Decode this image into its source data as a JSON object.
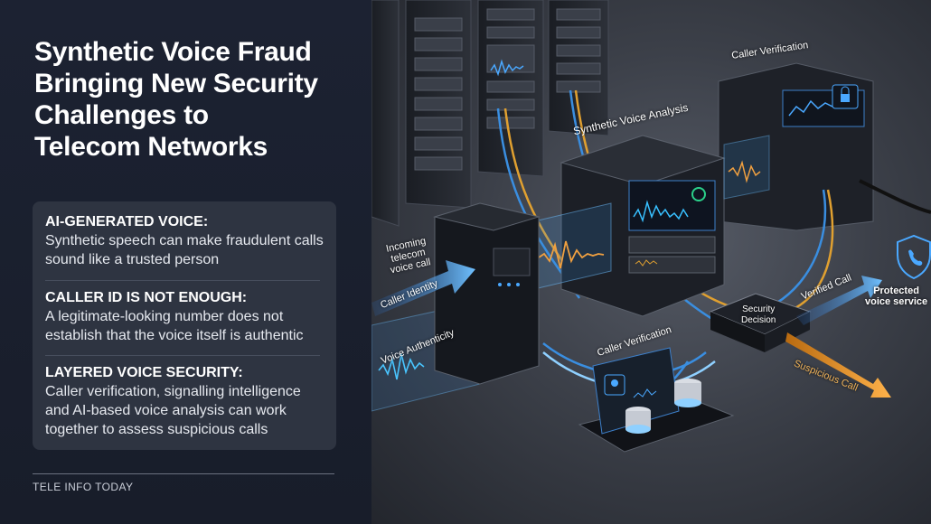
{
  "headline": {
    "line1": "Synthetic Voice Fraud",
    "line2": "Bringing New Security",
    "line3": "Challenges to",
    "line4": "Telecom Networks"
  },
  "points": [
    {
      "title": "AI-GENERATED VOICE:",
      "body": "Synthetic speech can make fraudulent calls sound like a trusted person"
    },
    {
      "title": "CALLER ID IS NOT ENOUGH:",
      "body": "A legitimate-looking number does not establish that the voice itself is authentic"
    },
    {
      "title": "LAYERED VOICE SECURITY:",
      "body": "Caller verification, signalling intelligence and AI-based voice analysis can work together to assess suspicious calls"
    }
  ],
  "footer": {
    "brand": "TELE INFO TODAY"
  },
  "illustration": {
    "caller_verification_top": "Caller Verification",
    "synthetic_voice_analysis": "Synthetic Voice Analysis",
    "incoming_line1": "Incoming",
    "incoming_line2": "telecom",
    "incoming_line3": "voice call",
    "caller_identity": "Caller Identity",
    "voice_authenticity": "Voice Authenticity",
    "caller_verification_bottom": "Caller Verification",
    "security_decision_line1": "Security",
    "security_decision_line2": "Decision",
    "verified_call": "Verified Call",
    "suspicious_call": "Suspicious Call",
    "protected_line1": "Protected",
    "protected_line2": "voice service"
  },
  "colors": {
    "panel_bg": "#1c2232",
    "card_bg": "#2e3441",
    "accent_blue": "#4aa8ff",
    "accent_orange": "#f0a040"
  },
  "icons": [
    "phone-shield-icon",
    "lock-icon",
    "user-icon",
    "database-icon"
  ]
}
